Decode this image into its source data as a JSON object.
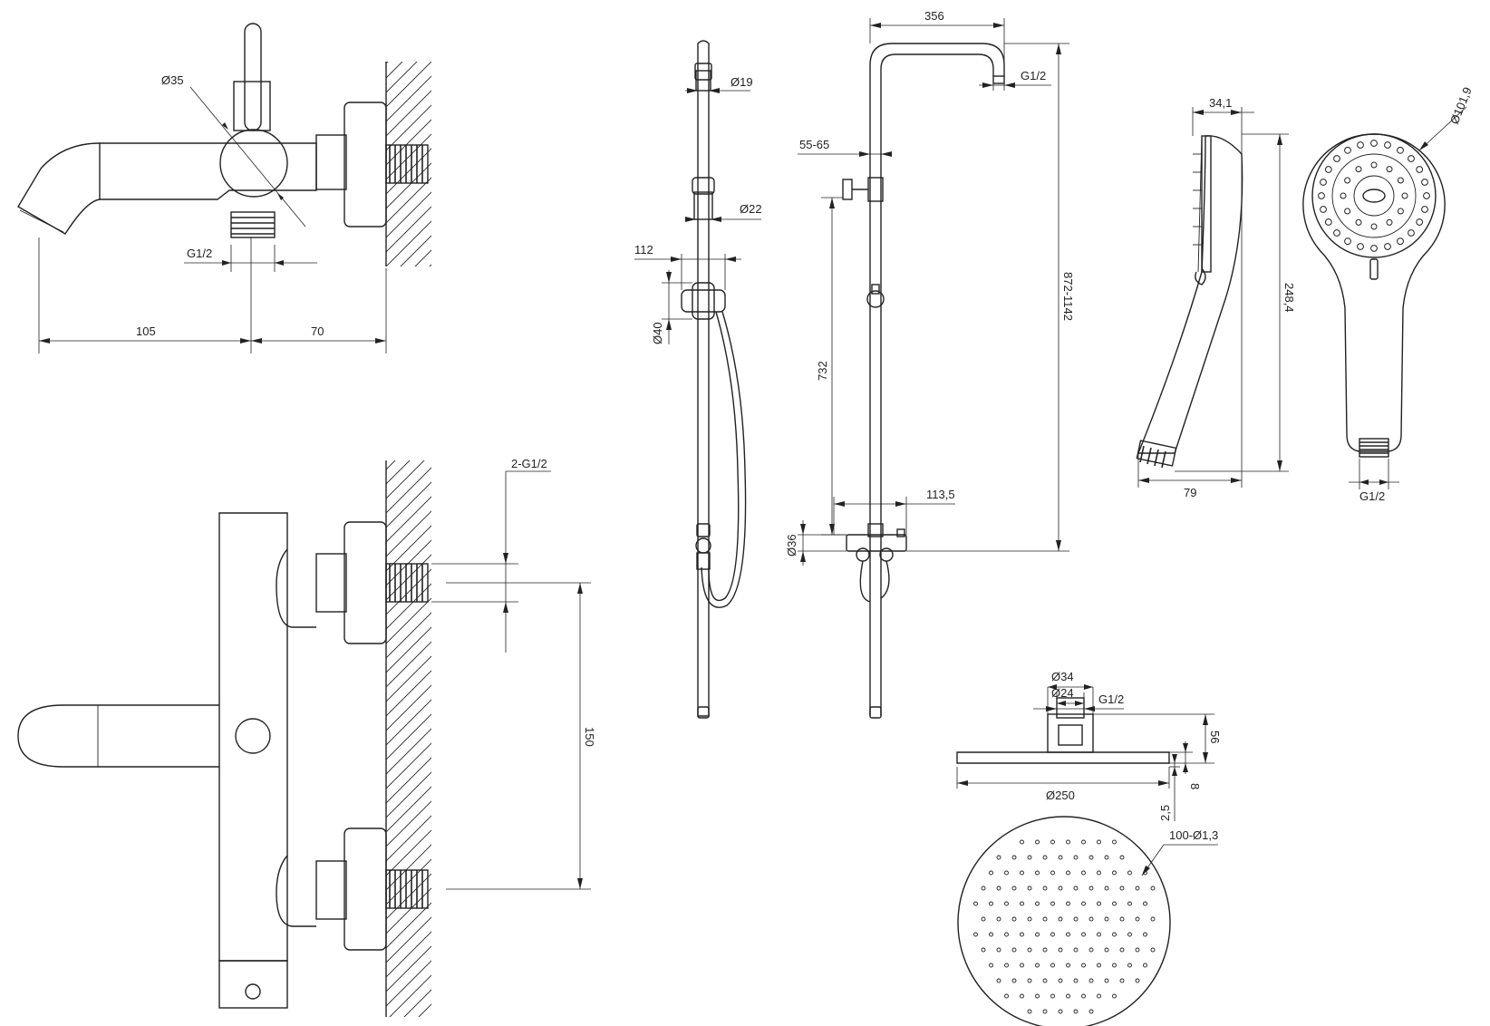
{
  "colors": {
    "ink": "#222222",
    "paper": "#ffffff"
  },
  "bath_mixer_top": {
    "dia_body": "Ø35",
    "thread": "G1/2",
    "spout_length": "105",
    "wall_offset": "70"
  },
  "bath_mixer_front": {
    "inlets": "2-G1/2",
    "inlet_spacing": "150"
  },
  "shower_rail": {
    "dia_rail_top": "Ø19",
    "dia_rail": "Ø22",
    "holder_width": "112",
    "dia_holder": "Ø40"
  },
  "shower_column": {
    "arm_reach": "356",
    "thread": "G1/2",
    "bracket_offset": "55-65",
    "height_range": "872-1142",
    "holder_height": "732",
    "mixer_width": "113,5",
    "dia_mixer": "Ø36"
  },
  "hand_shower": {
    "head_depth": "34,1",
    "dia_head": "Ø101,9",
    "length": "248,4",
    "width": "79",
    "thread": "G1/2"
  },
  "overhead_shower": {
    "dia_connector_outer": "Ø34",
    "dia_connector_inner": "Ø24",
    "thread": "G1/2",
    "height": "56",
    "thickness": "8",
    "rim": "2,5",
    "diameter": "Ø250",
    "nozzles": "100-Ø1,3"
  }
}
